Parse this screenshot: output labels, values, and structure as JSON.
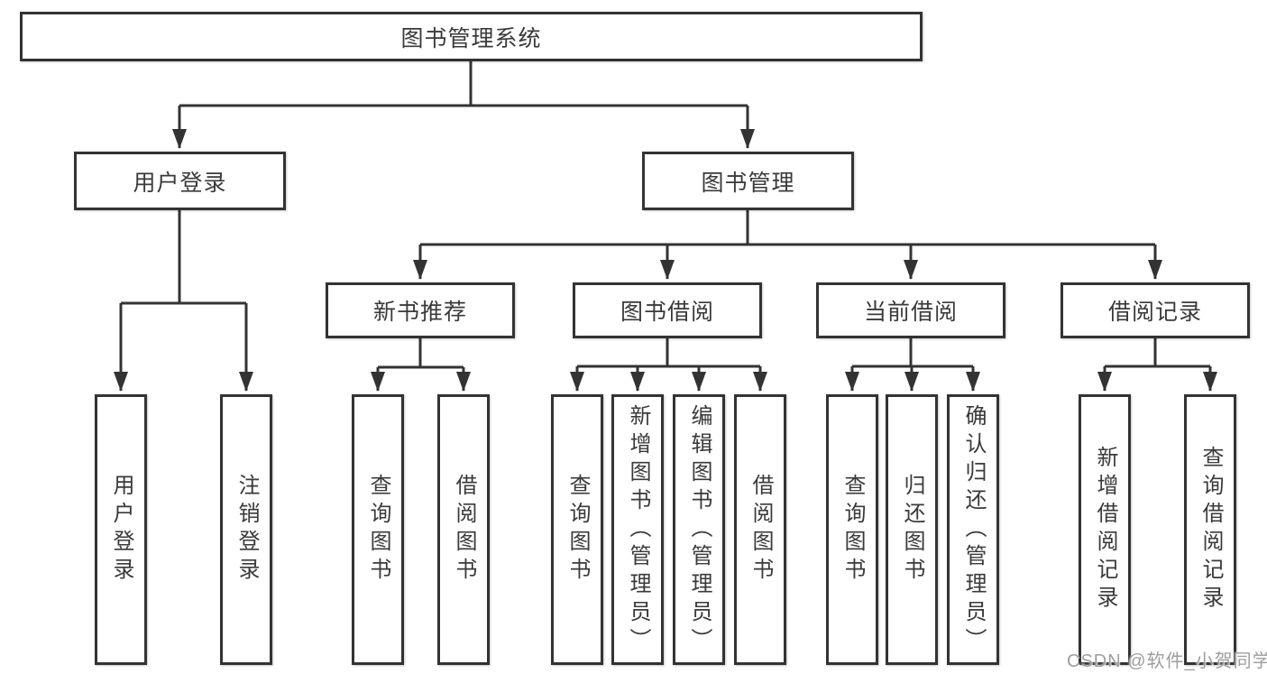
{
  "colors": {
    "line": "#333333",
    "box_border": "#333333",
    "box_fill": "#ffffff",
    "text": "#3a3a3a",
    "watermark": "#9e9e9e",
    "background": "#ffffff"
  },
  "diagram": {
    "root": {
      "label": "图书管理系统",
      "children": [
        {
          "label": "用户登录",
          "children": [
            {
              "label": "用户登录"
            },
            {
              "label": "注销登录"
            }
          ]
        },
        {
          "label": "图书管理",
          "children": [
            {
              "label": "新书推荐",
              "children": [
                {
                  "label": "查询图书"
                },
                {
                  "label": "借阅图书"
                }
              ]
            },
            {
              "label": "图书借阅",
              "children": [
                {
                  "label": "查询图书"
                },
                {
                  "label": "新增图书（管理员）"
                },
                {
                  "label": "编辑图书（管理员）"
                },
                {
                  "label": "借阅图书"
                }
              ]
            },
            {
              "label": "当前借阅",
              "children": [
                {
                  "label": "查询图书"
                },
                {
                  "label": "归还图书"
                },
                {
                  "label": "确认归还（管理员）"
                }
              ]
            },
            {
              "label": "借阅记录",
              "children": [
                {
                  "label": "新增借阅记录"
                },
                {
                  "label": "查询借阅记录"
                }
              ]
            }
          ]
        }
      ]
    }
  },
  "watermark": {
    "text": "CSDN @软件_小贺同学"
  }
}
